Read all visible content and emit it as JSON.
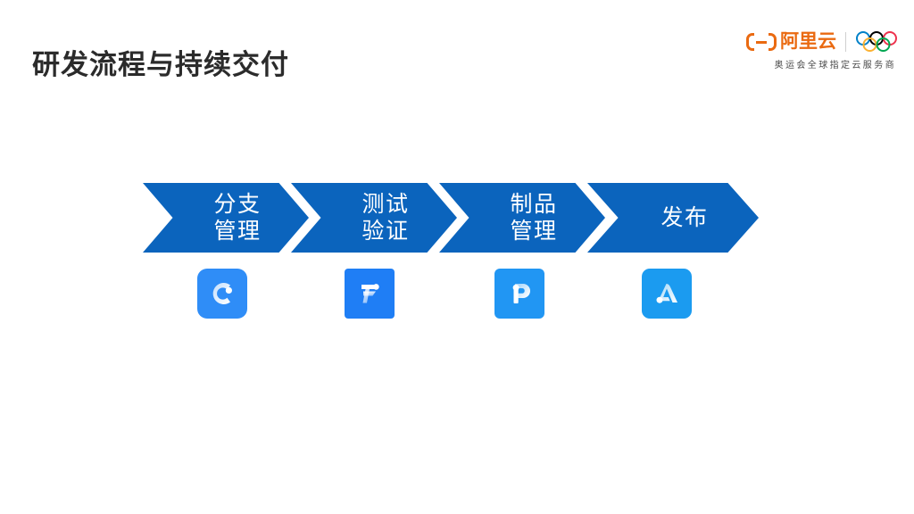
{
  "slide": {
    "title": "研发流程与持续交付"
  },
  "brand": {
    "name": "阿里云",
    "tagline": "奥运会全球指定云服务商",
    "logo_color": "#ea6a11",
    "mark_icon": "alibaba-cloud-bracket-icon",
    "rings_icon": "olympic-rings-icon",
    "ring_colors": [
      "#0081c8",
      "#000000",
      "#ee334e",
      "#fcb131",
      "#00a651"
    ]
  },
  "process": {
    "accent_color": "#0b64bd",
    "steps": [
      {
        "label": "分支\n管理",
        "icon": "codeup-c-icon",
        "icon_color": "#2f8df7"
      },
      {
        "label": "测试\n验证",
        "icon": "flow-f-icon",
        "icon_color": "#1f7ef5"
      },
      {
        "label": "制品\n管理",
        "icon": "packages-p-icon",
        "icon_color": "#2196f3"
      },
      {
        "label": "发布",
        "icon": "appstack-a-icon",
        "icon_color": "#1b9bf0"
      }
    ]
  }
}
